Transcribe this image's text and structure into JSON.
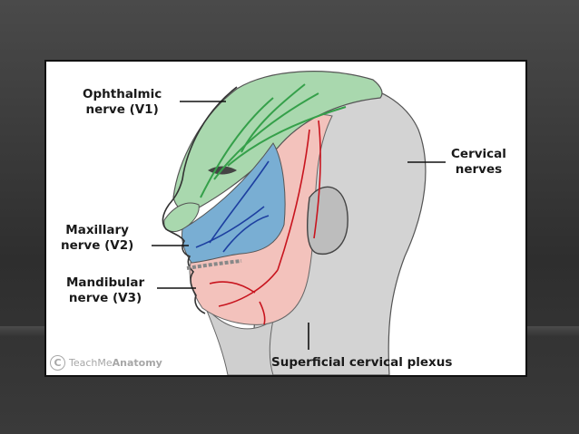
{
  "labels": {
    "ophthalmic": [
      "Ophthalmic",
      "nerve (V1)"
    ],
    "maxillary": [
      "Maxillary",
      "nerve (V2)"
    ],
    "mandibular": [
      "Mandibular",
      "nerve (V3)"
    ],
    "cervical": [
      "Cervical",
      "nerves"
    ],
    "superficial": "Superficial cervical plexus"
  },
  "watermark": {
    "symbol": "C",
    "brand_regular": "TeachMe",
    "brand_bold": "Anatomy"
  },
  "colors": {
    "v1_region": "#a9d8ae",
    "v2_region": "#79aed3",
    "v3_region": "#f3c2bc",
    "cervical_region": "#d3d3d3",
    "v1_nerves": "#35a04a",
    "v2_nerves": "#1d3fa0",
    "v3_nerves": "#c8141e"
  }
}
